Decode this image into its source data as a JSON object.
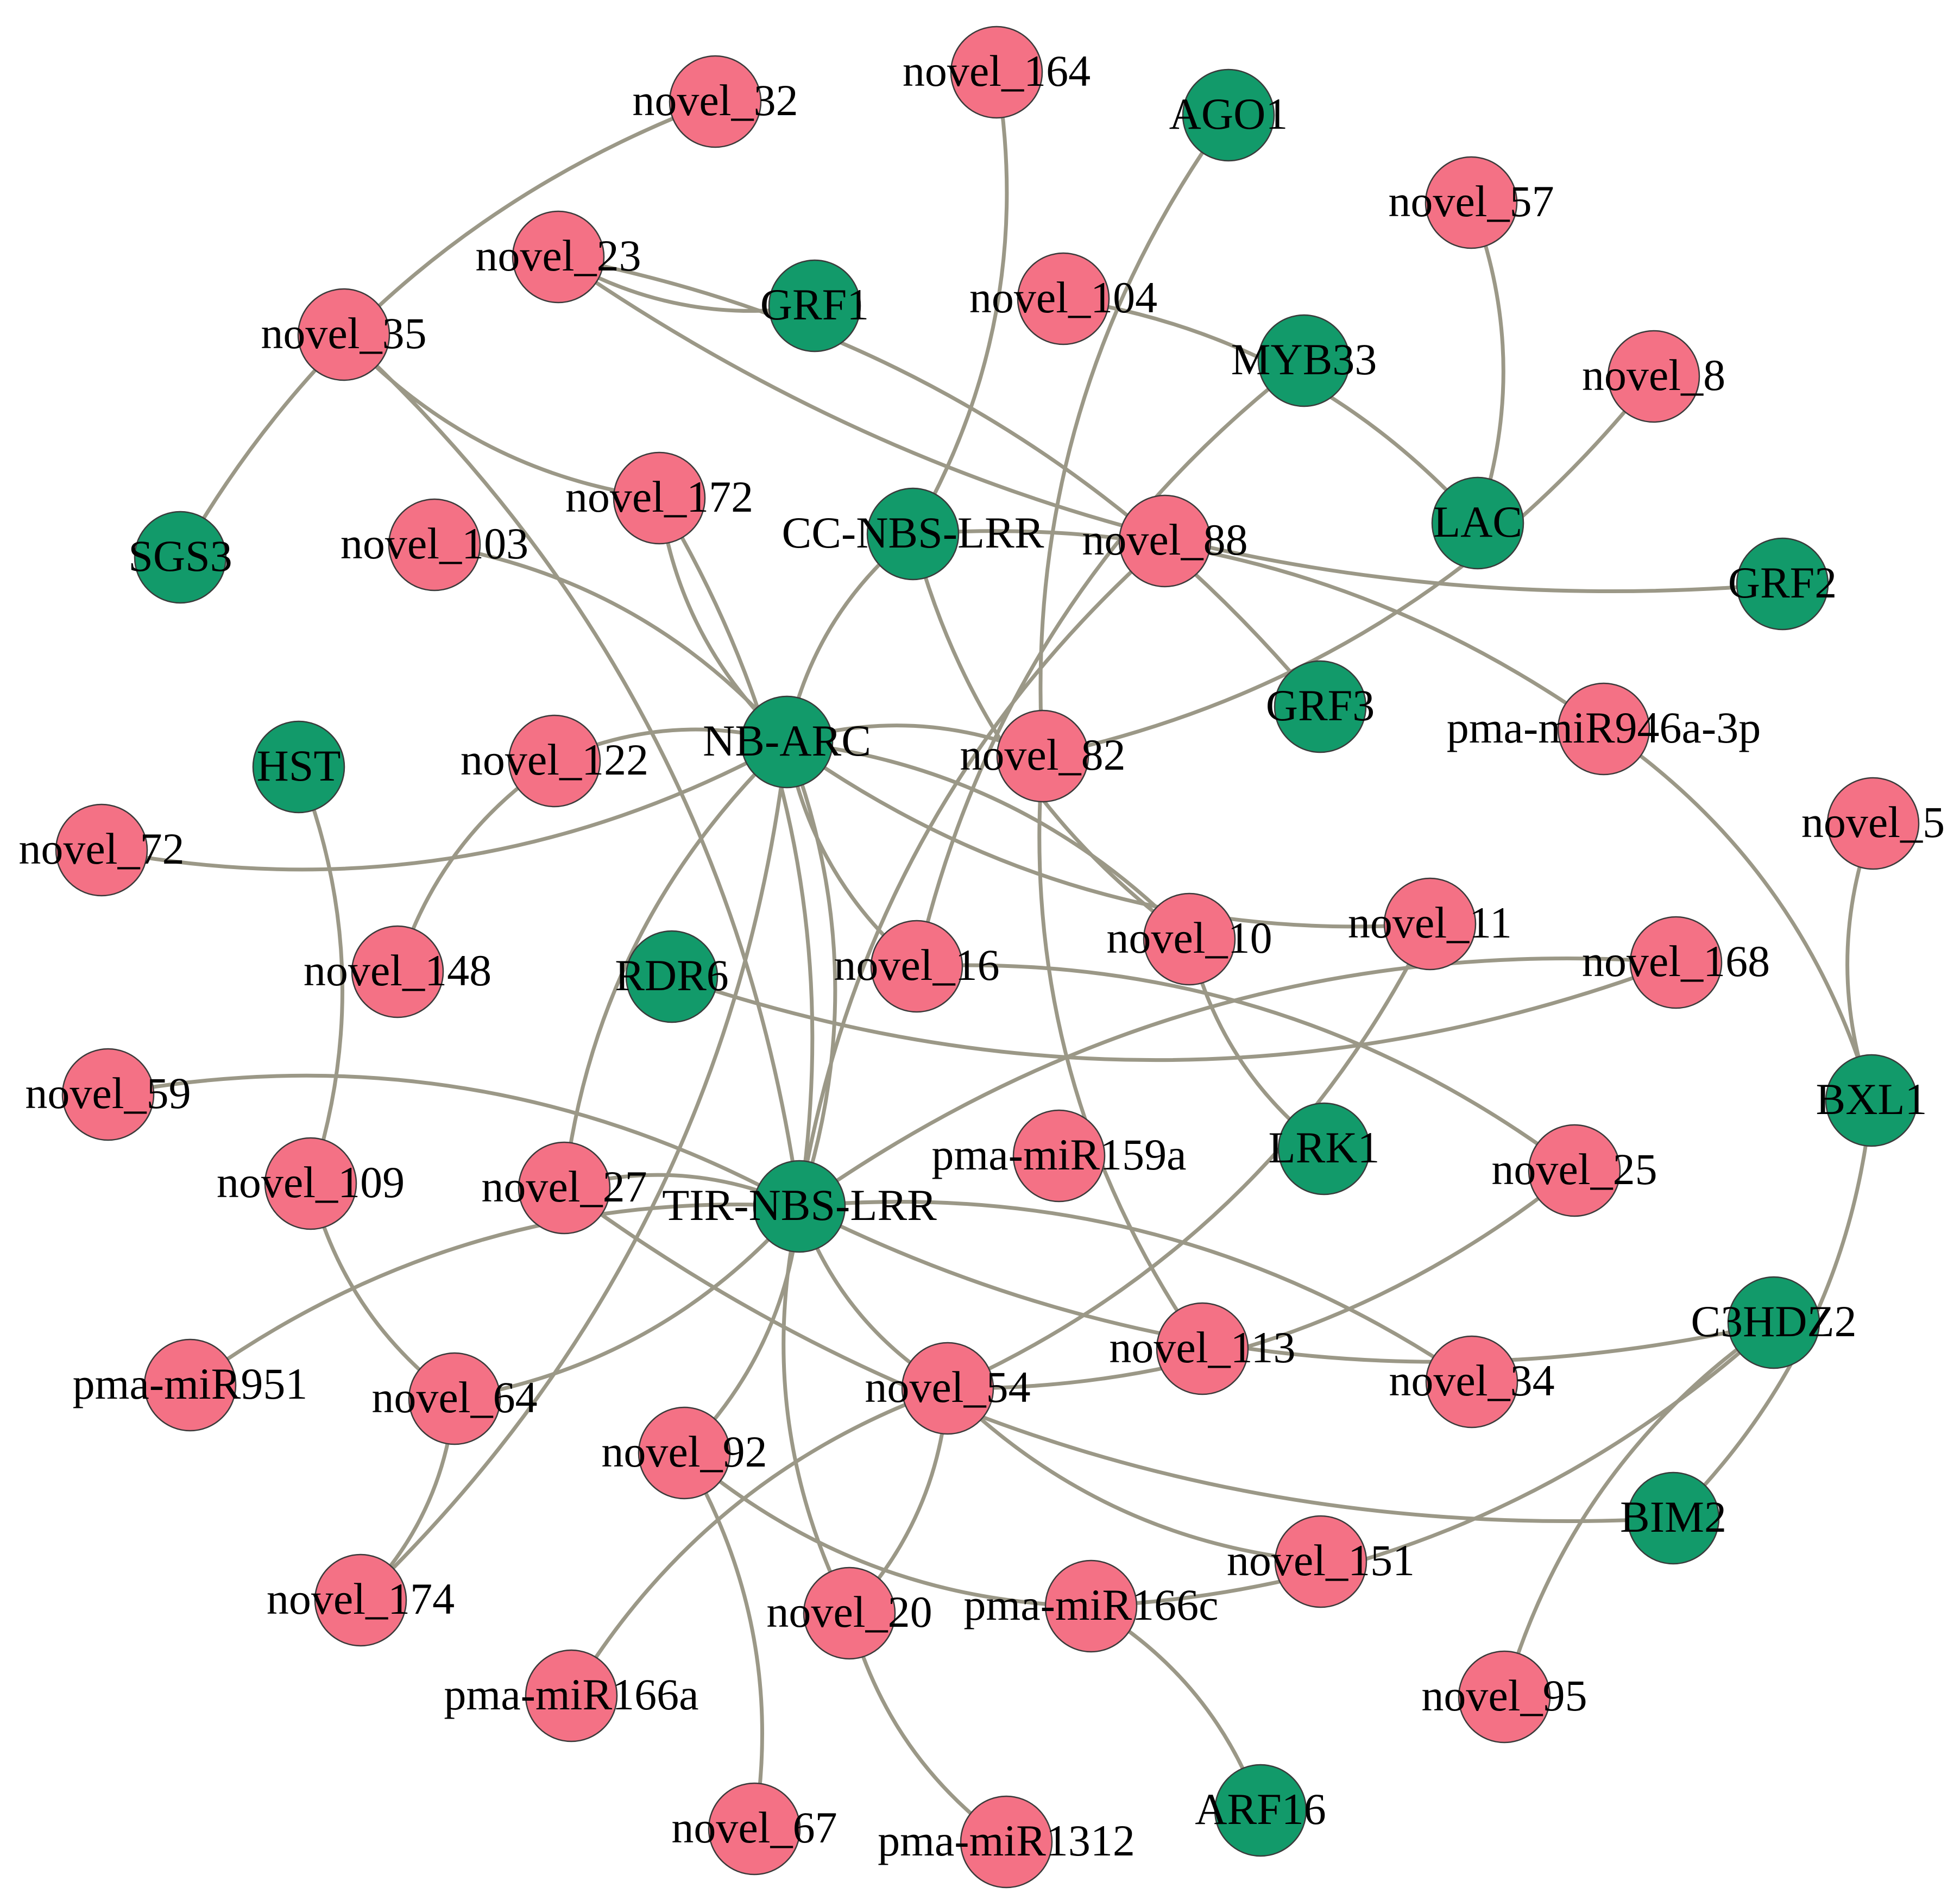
{
  "colors": {
    "mirna": "#F47185",
    "gene": "#129A6A",
    "edge": "#9B9887"
  },
  "nodes": [
    {
      "id": "novel_32",
      "label": "novel_32",
      "type": "mirna"
    },
    {
      "id": "novel_164",
      "label": "novel_164",
      "type": "mirna"
    },
    {
      "id": "AGO1",
      "label": "AGO1",
      "type": "gene"
    },
    {
      "id": "novel_57",
      "label": "novel_57",
      "type": "mirna"
    },
    {
      "id": "novel_23",
      "label": "novel_23",
      "type": "mirna"
    },
    {
      "id": "GRF1",
      "label": "GRF1",
      "type": "gene"
    },
    {
      "id": "novel_104",
      "label": "novel_104",
      "type": "mirna"
    },
    {
      "id": "novel_35",
      "label": "novel_35",
      "type": "mirna"
    },
    {
      "id": "MYB33",
      "label": "MYB33",
      "type": "gene"
    },
    {
      "id": "novel_8",
      "label": "novel_8",
      "type": "mirna"
    },
    {
      "id": "novel_172",
      "label": "novel_172",
      "type": "mirna"
    },
    {
      "id": "CC-NBS-LRR",
      "label": "CC-NBS-LRR",
      "type": "gene"
    },
    {
      "id": "LAC",
      "label": "LAC",
      "type": "gene"
    },
    {
      "id": "SGS3",
      "label": "SGS3",
      "type": "gene"
    },
    {
      "id": "novel_103",
      "label": "novel_103",
      "type": "mirna"
    },
    {
      "id": "novel_88",
      "label": "novel_88",
      "type": "mirna"
    },
    {
      "id": "GRF2",
      "label": "GRF2",
      "type": "gene"
    },
    {
      "id": "NB-ARC",
      "label": "NB-ARC",
      "type": "gene"
    },
    {
      "id": "GRF3",
      "label": "GRF3",
      "type": "gene"
    },
    {
      "id": "HST",
      "label": "HST",
      "type": "gene"
    },
    {
      "id": "novel_122",
      "label": "novel_122",
      "type": "mirna"
    },
    {
      "id": "novel_82",
      "label": "novel_82",
      "type": "mirna"
    },
    {
      "id": "pma-miR946a-3p",
      "label": "pma-miR946a-3p",
      "type": "mirna"
    },
    {
      "id": "novel_5",
      "label": "novel_5",
      "type": "mirna"
    },
    {
      "id": "novel_72",
      "label": "novel_72",
      "type": "mirna"
    },
    {
      "id": "novel_10",
      "label": "novel_10",
      "type": "mirna"
    },
    {
      "id": "novel_11",
      "label": "novel_11",
      "type": "mirna"
    },
    {
      "id": "novel_148",
      "label": "novel_148",
      "type": "mirna"
    },
    {
      "id": "RDR6",
      "label": "RDR6",
      "type": "gene"
    },
    {
      "id": "novel_16",
      "label": "novel_16",
      "type": "mirna"
    },
    {
      "id": "novel_168",
      "label": "novel_168",
      "type": "mirna"
    },
    {
      "id": "novel_59",
      "label": "novel_59",
      "type": "mirna"
    },
    {
      "id": "BXL1",
      "label": "BXL1",
      "type": "gene"
    },
    {
      "id": "pma-miR159a",
      "label": "pma-miR159a",
      "type": "mirna"
    },
    {
      "id": "LRK1",
      "label": "LRK1",
      "type": "gene"
    },
    {
      "id": "novel_109",
      "label": "novel_109",
      "type": "mirna"
    },
    {
      "id": "novel_27",
      "label": "novel_27",
      "type": "mirna"
    },
    {
      "id": "novel_25",
      "label": "novel_25",
      "type": "mirna"
    },
    {
      "id": "TIR-NBS-LRR",
      "label": "TIR-NBS-LRR",
      "type": "gene"
    },
    {
      "id": "C3HDZ2",
      "label": "C3HDZ2",
      "type": "gene"
    },
    {
      "id": "novel_113",
      "label": "novel_113",
      "type": "mirna"
    },
    {
      "id": "pma-miR951",
      "label": "pma-miR951",
      "type": "mirna"
    },
    {
      "id": "novel_64",
      "label": "novel_64",
      "type": "mirna"
    },
    {
      "id": "novel_54",
      "label": "novel_54",
      "type": "mirna"
    },
    {
      "id": "novel_34",
      "label": "novel_34",
      "type": "mirna"
    },
    {
      "id": "novel_92",
      "label": "novel_92",
      "type": "mirna"
    },
    {
      "id": "BIM2",
      "label": "BIM2",
      "type": "gene"
    },
    {
      "id": "novel_151",
      "label": "novel_151",
      "type": "mirna"
    },
    {
      "id": "novel_174",
      "label": "novel_174",
      "type": "mirna"
    },
    {
      "id": "novel_20",
      "label": "novel_20",
      "type": "mirna"
    },
    {
      "id": "pma-miR166c",
      "label": "pma-miR166c",
      "type": "mirna"
    },
    {
      "id": "pma-miR166a",
      "label": "pma-miR166a",
      "type": "mirna"
    },
    {
      "id": "novel_95",
      "label": "novel_95",
      "type": "mirna"
    },
    {
      "id": "novel_67",
      "label": "novel_67",
      "type": "mirna"
    },
    {
      "id": "pma-miR1312",
      "label": "pma-miR1312",
      "type": "mirna"
    },
    {
      "id": "ARF16",
      "label": "ARF16",
      "type": "gene"
    }
  ],
  "edges": [
    [
      "novel_32",
      "SGS3"
    ],
    [
      "novel_164",
      "CC-NBS-LRR"
    ],
    [
      "AGO1",
      "novel_82"
    ],
    [
      "novel_57",
      "LAC"
    ],
    [
      "novel_23",
      "GRF1"
    ],
    [
      "novel_23",
      "GRF3"
    ],
    [
      "novel_23",
      "GRF2"
    ],
    [
      "novel_104",
      "LAC"
    ],
    [
      "novel_35",
      "novel_172"
    ],
    [
      "novel_35",
      "TIR-NBS-LRR"
    ],
    [
      "MYB33",
      "novel_16"
    ],
    [
      "novel_8",
      "novel_82"
    ],
    [
      "novel_172",
      "NB-ARC"
    ],
    [
      "novel_172",
      "TIR-NBS-LRR"
    ],
    [
      "CC-NBS-LRR",
      "NB-ARC"
    ],
    [
      "CC-NBS-LRR",
      "pma-miR946a-3p"
    ],
    [
      "CC-NBS-LRR",
      "novel_10"
    ],
    [
      "novel_103",
      "NB-ARC"
    ],
    [
      "novel_88",
      "TIR-NBS-LRR"
    ],
    [
      "NB-ARC",
      "novel_72"
    ],
    [
      "NB-ARC",
      "novel_122"
    ],
    [
      "NB-ARC",
      "novel_82"
    ],
    [
      "NB-ARC",
      "novel_16"
    ],
    [
      "NB-ARC",
      "novel_10"
    ],
    [
      "NB-ARC",
      "novel_11"
    ],
    [
      "NB-ARC",
      "TIR-NBS-LRR"
    ],
    [
      "NB-ARC",
      "novel_27"
    ],
    [
      "NB-ARC",
      "novel_174"
    ],
    [
      "novel_122",
      "novel_148"
    ],
    [
      "HST",
      "novel_109"
    ],
    [
      "novel_82",
      "novel_113"
    ],
    [
      "pma-miR946a-3p",
      "BXL1"
    ],
    [
      "novel_5",
      "BXL1"
    ],
    [
      "BXL1",
      "BIM2"
    ],
    [
      "novel_10",
      "LRK1"
    ],
    [
      "novel_11",
      "novel_54"
    ],
    [
      "RDR6",
      "novel_168"
    ],
    [
      "novel_16",
      "novel_25"
    ],
    [
      "novel_168",
      "TIR-NBS-LRR"
    ],
    [
      "novel_59",
      "TIR-NBS-LRR"
    ],
    [
      "novel_109",
      "novel_64"
    ],
    [
      "novel_27",
      "TIR-NBS-LRR"
    ],
    [
      "novel_27",
      "BIM2"
    ],
    [
      "novel_25",
      "novel_54"
    ],
    [
      "TIR-NBS-LRR",
      "pma-miR951"
    ],
    [
      "TIR-NBS-LRR",
      "novel_64"
    ],
    [
      "TIR-NBS-LRR",
      "novel_54"
    ],
    [
      "TIR-NBS-LRR",
      "novel_34"
    ],
    [
      "TIR-NBS-LRR",
      "C3HDZ2"
    ],
    [
      "TIR-NBS-LRR",
      "novel_92"
    ],
    [
      "TIR-NBS-LRR",
      "novel_20"
    ],
    [
      "C3HDZ2",
      "pma-miR166c"
    ],
    [
      "C3HDZ2",
      "novel_95"
    ],
    [
      "novel_64",
      "novel_174"
    ],
    [
      "novel_54",
      "novel_151"
    ],
    [
      "novel_54",
      "novel_20"
    ],
    [
      "novel_54",
      "pma-miR166a"
    ],
    [
      "novel_92",
      "novel_67"
    ],
    [
      "novel_92",
      "pma-miR166c"
    ],
    [
      "pma-miR166c",
      "ARF16"
    ],
    [
      "novel_20",
      "pma-miR1312"
    ]
  ]
}
